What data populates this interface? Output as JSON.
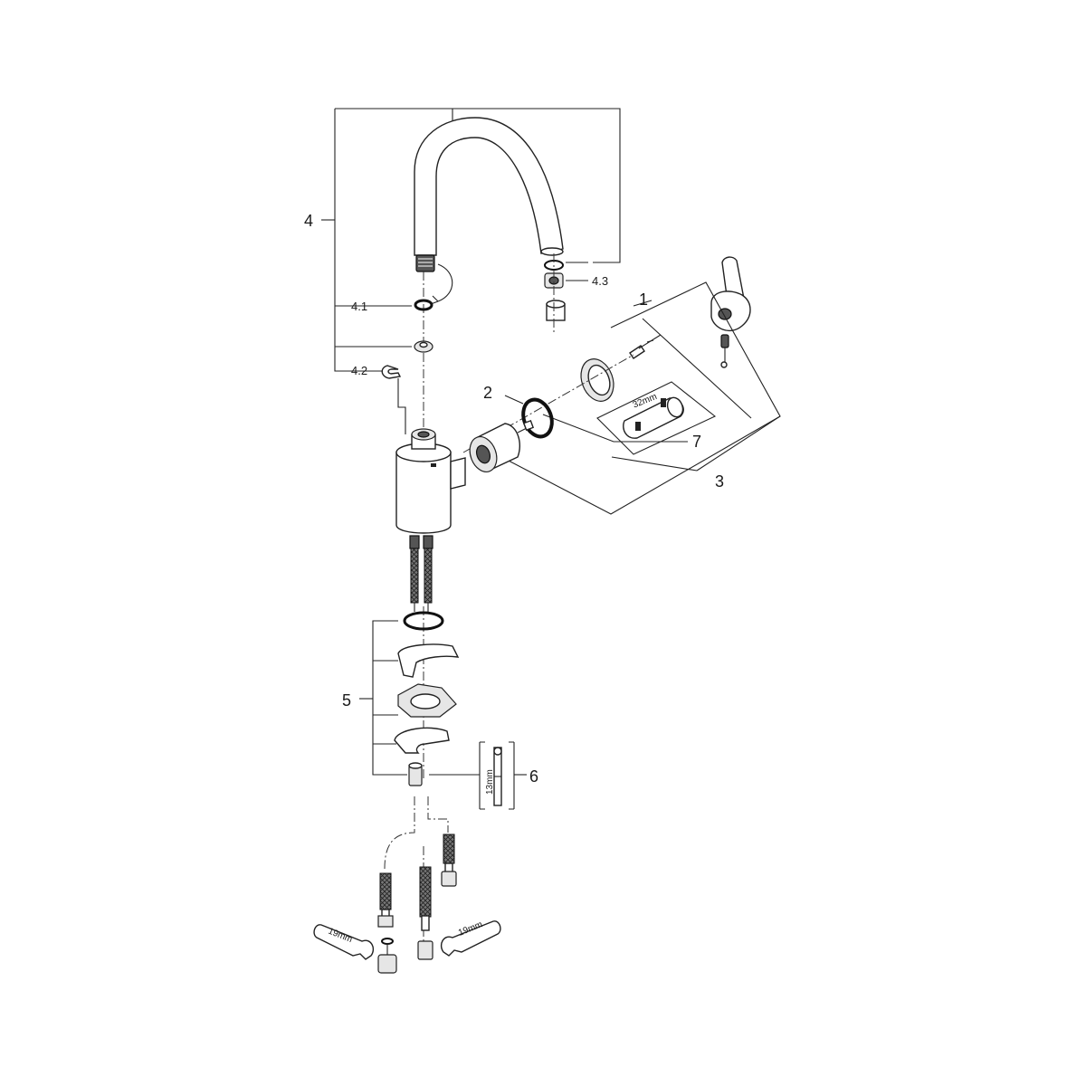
{
  "diagram": {
    "part_labels": {
      "p1": "1",
      "p2": "2",
      "p3": "3",
      "p4": "4",
      "p4_1": "4.1",
      "p4_2": "4.2",
      "p4_3": "4.3",
      "p5": "5",
      "p6": "6",
      "p7": "7"
    },
    "tool_sizes": {
      "cartridge_wrench": "32mm",
      "nut_wrench": "13mm",
      "hose_wrench_left": "19mm",
      "hose_wrench_right": "19mm"
    }
  }
}
